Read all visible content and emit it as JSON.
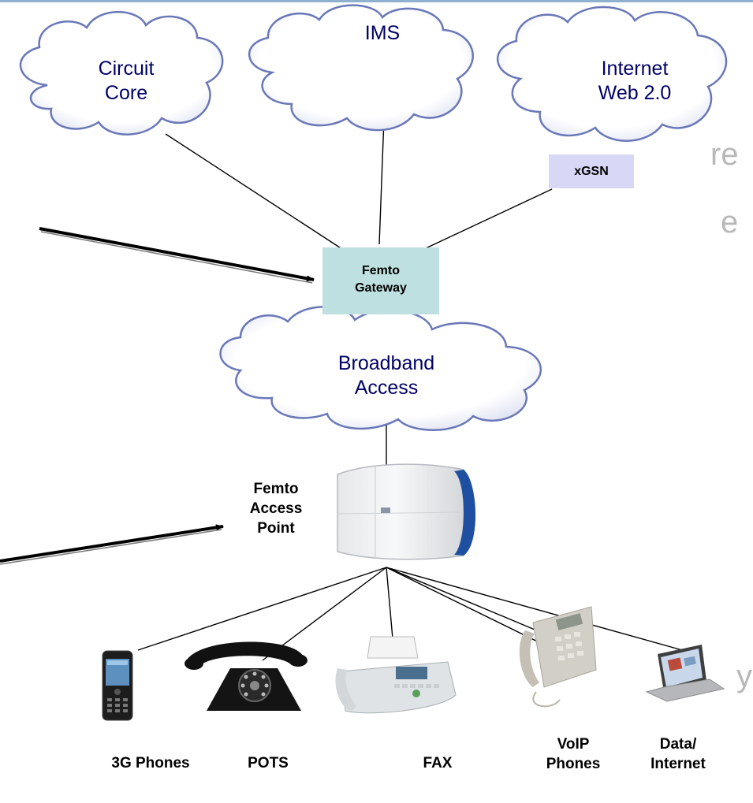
{
  "clouds": {
    "circuit_core": "Circuit\nCore",
    "ims": "IMS",
    "internet": "Internet\nWeb 2.0",
    "broadband": "Broadband\nAccess"
  },
  "boxes": {
    "xgsn": "xGSN",
    "femto_gateway": "Femto\nGateway"
  },
  "femto_access_point_label": "Femto\nAccess\nPoint",
  "devices": [
    {
      "label": "3G Phones"
    },
    {
      "label": "POTS"
    },
    {
      "label": "FAX"
    },
    {
      "label": "VoIP\nPhones"
    },
    {
      "label": "Data/\nInternet"
    }
  ],
  "cropped_text_fragments": [
    "re",
    "e",
    "y"
  ],
  "colors": {
    "cloud_fill": "#ffffff",
    "cloud_edge": "#6a78b8",
    "cloud_text": "#000066",
    "gateway_box": "#bfe0e0",
    "xgsn_box": "#d8d8f6",
    "device_accent": "#1f4fa0"
  }
}
